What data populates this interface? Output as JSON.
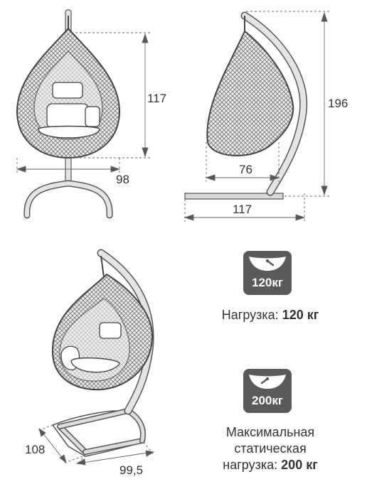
{
  "dimensions": {
    "front_height": "117",
    "front_width": "98",
    "side_height": "196",
    "side_cocoon_width": "76",
    "side_base_length": "117",
    "persp_depth": "108",
    "persp_width": "99,5"
  },
  "load": {
    "badge_value": "120кг",
    "label": "Нагрузка:",
    "value": "120 кг"
  },
  "static_load": {
    "badge_value": "200кг",
    "line1": "Максимальная",
    "line2": "статическая",
    "label": "нагрузка:",
    "value": "200 кг"
  },
  "colors": {
    "badge": "#5a5a5a",
    "line": "#555555",
    "rattan_fill": "#e6e6e6",
    "stand_fill": "#d9d9d9"
  }
}
